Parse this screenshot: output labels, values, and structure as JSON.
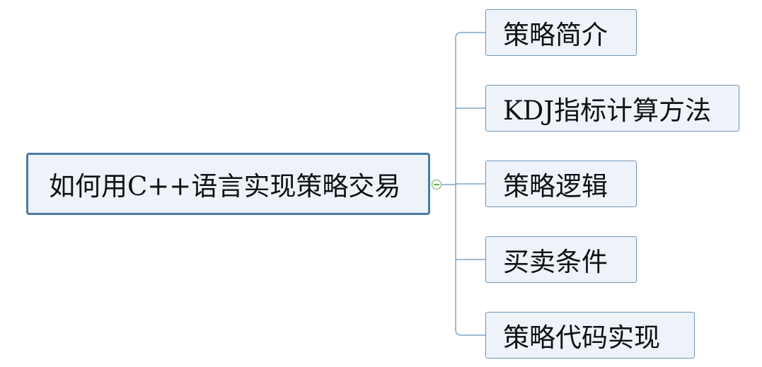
{
  "root": {
    "label": "如何用C++语言实现策略交易"
  },
  "children": [
    {
      "label": "策略简介"
    },
    {
      "label": "KDJ指标计算方法"
    },
    {
      "label": "策略逻辑"
    },
    {
      "label": "买卖条件"
    },
    {
      "label": "策略代码实现"
    }
  ],
  "colors": {
    "root_border": "#4a7ba6",
    "node_fill": "#eef3fa",
    "connector": "#7fa6c6",
    "collapse_toggle": "#6fae4c"
  }
}
